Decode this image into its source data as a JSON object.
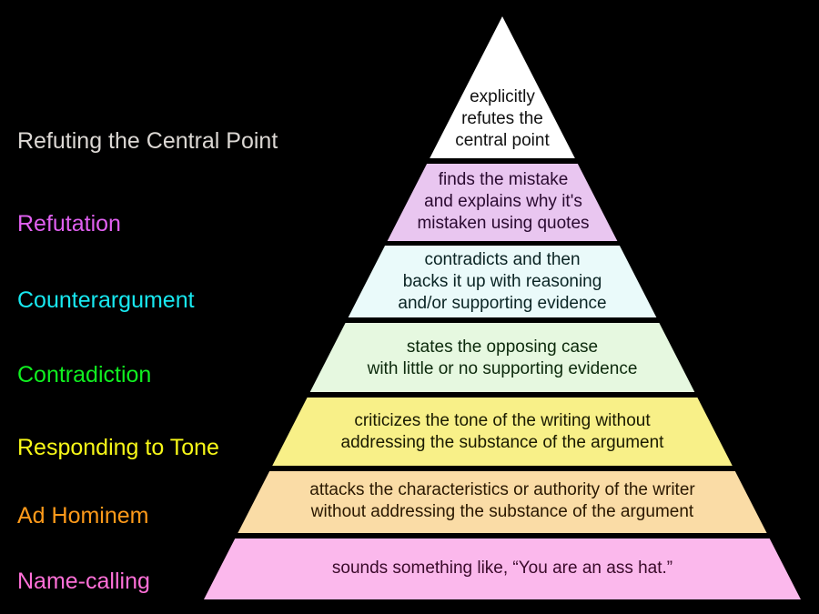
{
  "title": "Graham's Hierarchy of Disagreement",
  "levels": [
    {
      "name": "Refuting the Central Point",
      "description_lines": [
        "explicitly",
        "refutes the",
        "central point"
      ],
      "label_color": "#dcd8d4",
      "fill_color": "#ffffff",
      "text_color": "#111111"
    },
    {
      "name": "Refutation",
      "description_lines": [
        "finds the mistake",
        "and explains why it's",
        "mistaken using quotes"
      ],
      "label_color": "#e060f0",
      "fill_color": "#e9c6f0",
      "text_color": "#2a0a30"
    },
    {
      "name": "Counterargument",
      "description_lines": [
        "contradicts and then",
        "backs it up with reasoning",
        "and/or supporting evidence"
      ],
      "label_color": "#18e8f0",
      "fill_color": "#eafafa",
      "text_color": "#0a2424"
    },
    {
      "name": "Contradiction",
      "description_lines": [
        "states the opposing case",
        "with little or no supporting evidence"
      ],
      "label_color": "#10f020",
      "fill_color": "#e6f8e0",
      "text_color": "#0c2a0c"
    },
    {
      "name": "Responding to Tone",
      "description_lines": [
        "criticizes the tone of the writing without",
        "addressing the substance of the argument"
      ],
      "label_color": "#f8f818",
      "fill_color": "#f8f088",
      "text_color": "#1a1a00"
    },
    {
      "name": "Ad Hominem",
      "description_lines": [
        "attacks the characteristics or authority of the writer",
        "without addressing the substance of the argument"
      ],
      "label_color": "#ff9a1a",
      "fill_color": "#fadca6",
      "text_color": "#2a1800"
    },
    {
      "name": "Name-calling",
      "description_lines": [
        "sounds something like, “You are an ass hat.”"
      ],
      "label_color": "#ff70d8",
      "fill_color": "#fbb8ec",
      "text_color": "#3a0a2a"
    }
  ]
}
